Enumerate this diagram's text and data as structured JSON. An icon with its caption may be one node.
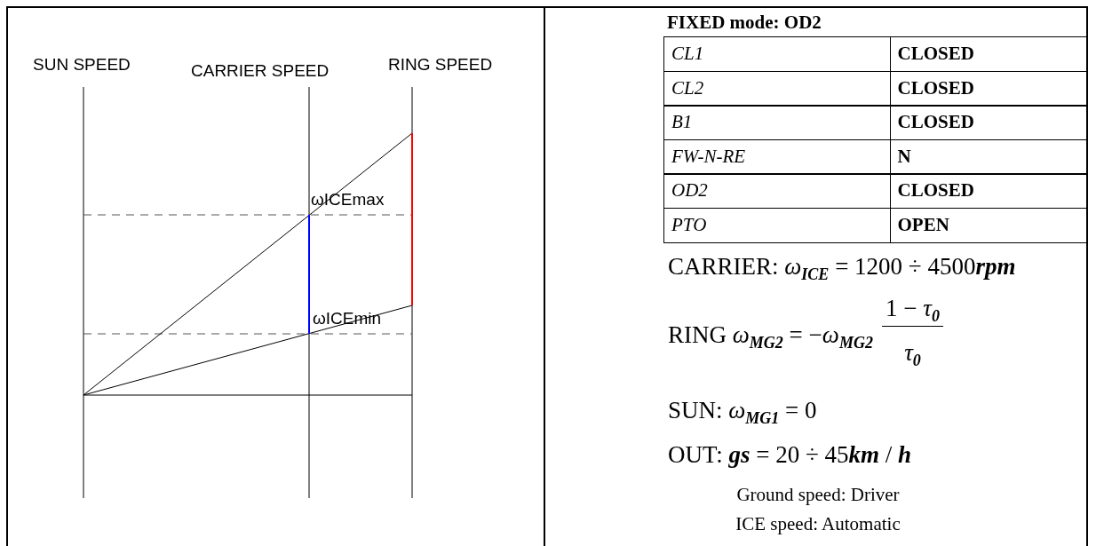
{
  "diagram": {
    "labels": [
      "SUN SPEED",
      "CARRIER SPEED",
      "RING SPEED",
      "ωICEmax",
      "ωICEmin",
      "FIXED mode: OD2",
      "CL1",
      "CLOSED",
      "CL2",
      "CLOSED",
      "B1",
      "CLOSED",
      "FW-N-RE",
      "N",
      "OD2",
      "CLOSED",
      "PTO",
      "OPEN",
      "CARRIER: *ω*$_{ICE}$ = 1200 ÷ 4500**rpm**",
      "RING *ω*$_{MG2}$ = −*ω*$_{MG2}$",
      "1 − *τ*$_{0}$",
      "*τ*$_{0}$",
      "SUN: *ω*$_{MG1}$ = 0",
      "OUT: **gs** = 20 ÷ 45**km** / **h**",
      "Ground speed: Driver",
      "ICE speed: Automatic"
    ]
  }
}
